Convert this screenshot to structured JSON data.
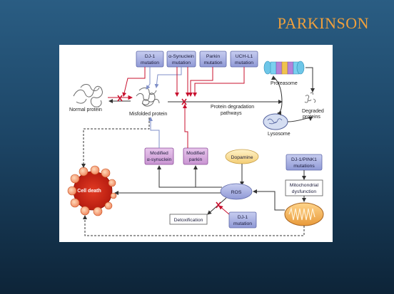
{
  "slide": {
    "title": "PARKINSON"
  },
  "diagram": {
    "mutations": {
      "dj1": [
        "DJ-1",
        "mutation"
      ],
      "asyn": [
        "α-Synuclein",
        "mutation"
      ],
      "parkin": [
        "Parkin",
        "mutation"
      ],
      "uchl1": [
        "UCH-L1",
        "mutation"
      ]
    },
    "normal_protein": "Normal protein",
    "misfolded_protein": "Misfolded protein",
    "degradation": [
      "Protein degradation",
      "pathways"
    ],
    "proteasome": "Proteasome",
    "lysosome": "Lysosome",
    "degraded": [
      "Degraded",
      "proteins"
    ],
    "modified_asyn": [
      "Modified",
      "α-synuclein"
    ],
    "modified_parkin": [
      "Modified",
      "parkin"
    ],
    "dopamine": "Dopamine",
    "dj1_pink1": [
      "DJ-1/PINK1",
      "mutations"
    ],
    "mito_dysfunction": [
      "Mitochondrial",
      "dysfunction"
    ],
    "ros": "ROS",
    "cell_death": "Cell death",
    "detox": "Detoxification",
    "dj1_mut2": [
      "DJ-1",
      "mutation"
    ]
  }
}
